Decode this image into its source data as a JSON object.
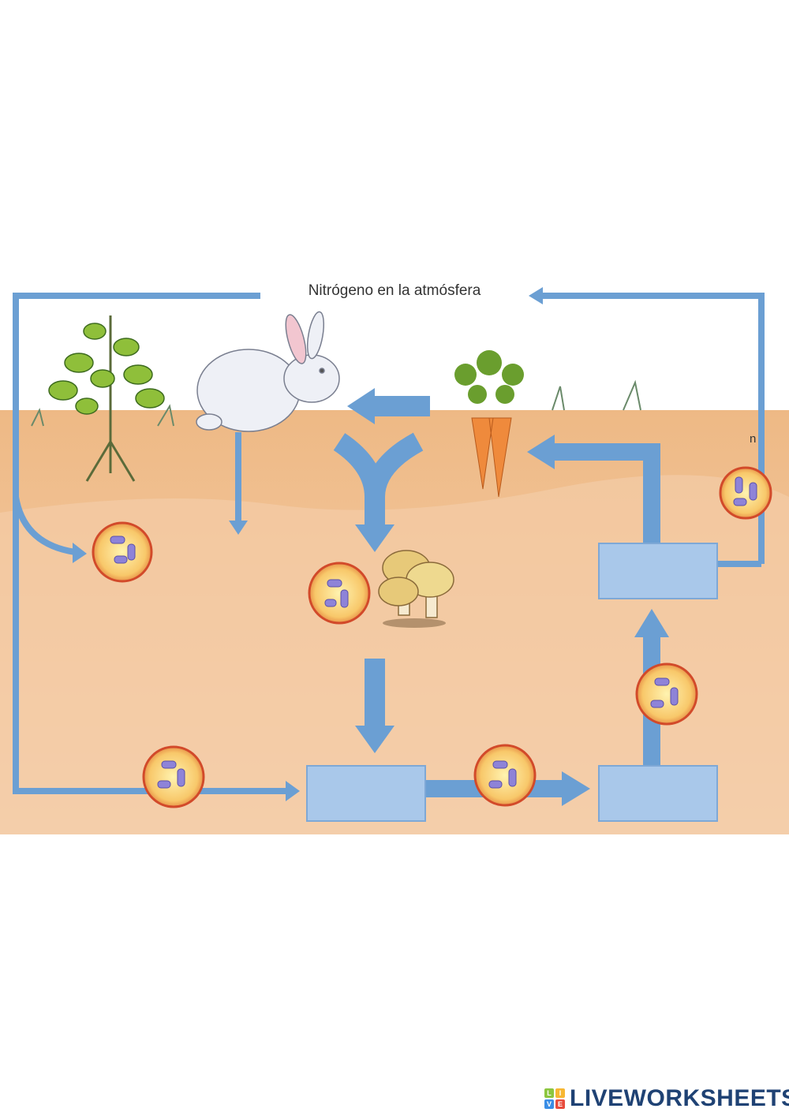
{
  "diagram": {
    "title": "Nitrógeno en la atmósfera",
    "side_label": "n",
    "answer_boxes": [
      "",
      "",
      ""
    ]
  },
  "branding": {
    "logo_letters": [
      "L",
      "I",
      "V",
      "E"
    ],
    "logo_text": "LIVEWORKSHEETS"
  },
  "colors": {
    "arrow": "#6b9fd3",
    "soil": "#f1c39b",
    "box": "#a9c8ea",
    "brand": "#1f4274"
  }
}
